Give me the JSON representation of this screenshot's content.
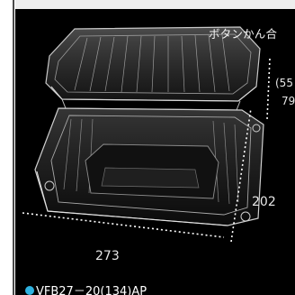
{
  "product": {
    "button_note": "ボタンかん合",
    "height_dims": [
      "(55",
      "79"
    ],
    "width_dim": "202",
    "length_dim": "273",
    "model_code": "VFB27－20(134)AP"
  },
  "colors": {
    "background": "#000000",
    "model_dot": "#2fb2e0",
    "dimension_line": "#ffffff",
    "frame": "#eeeeee"
  },
  "icons": {
    "model_marker": "filled-circle"
  }
}
